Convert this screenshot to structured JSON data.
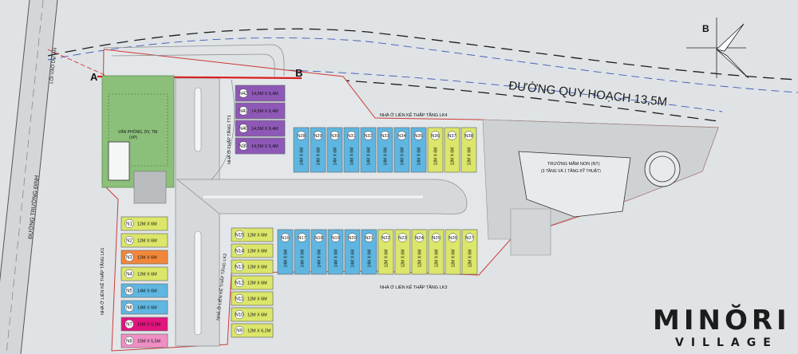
{
  "map": {
    "road_main_label": "ĐƯỜNG QUY HOẠCH 13,5M",
    "road_left_label": "ĐƯỜNG TRƯỜNG ĐỊNH",
    "entrance_label": "LỐI VÀO DỰ ÁN",
    "section_a": "A",
    "section_b": "B",
    "north_label": "B",
    "office_label": "VĂN PHÒNG, DV, TM",
    "office_sub": "(VP)",
    "kindergarten_label": "TRƯỜNG MẦM NON (NT)",
    "kindergarten_sub": "(3 TẦNG VÀ 1 TẦNG KỸ THUẬT)",
    "label_lk4": "NHÀ Ở LIÊN KẾ THẤP TẦNG LK4",
    "label_lk3": "NHÀ Ở LIÊN KẾ THẤP TẦNG LK3",
    "label_lk1": "NHÀ Ở LIÊN KẾ THẤP TẦNG LK1",
    "label_lk2": "NHÀ Ở LIÊN KẾ THẤP TẦNG LK2",
    "label_tt1": "NHÀ Ở THẤP TẦNG TT1"
  },
  "colors": {
    "background": "#dfe3e5",
    "road": "#d9dcde",
    "yellow": "#dbe66a",
    "blue": "#5fb6e0",
    "purple": "#8e58b6",
    "orange": "#f2873a",
    "magenta": "#e2147e",
    "pink": "#ef8fc4",
    "green": "#5fae6a",
    "boundary": "#cf3a3a"
  },
  "plots_lk1": [
    {
      "id": "N1",
      "dims": "12M X 6M",
      "color": "yellow"
    },
    {
      "id": "N2",
      "dims": "12M X 6M",
      "color": "yellow"
    },
    {
      "id": "N3",
      "dims": "12M X 6M",
      "color": "orange"
    },
    {
      "id": "N4",
      "dims": "12M X 6M",
      "color": "yellow"
    },
    {
      "id": "N5",
      "dims": "14M X 6M",
      "color": "blue"
    },
    {
      "id": "N6",
      "dims": "14M X 6M",
      "color": "blue"
    },
    {
      "id": "N7",
      "dims": "15M X 5,5M",
      "color": "magenta"
    },
    {
      "id": "N8",
      "dims": "15M X 5,5M",
      "color": "pink"
    }
  ],
  "plots_lk2": [
    {
      "id": "N15",
      "dims": "12M X 6M"
    },
    {
      "id": "N14",
      "dims": "12M X 6M"
    },
    {
      "id": "N13",
      "dims": "12M X 6M"
    },
    {
      "id": "N12",
      "dims": "12M X 6M"
    },
    {
      "id": "N11",
      "dims": "12M X 6M"
    },
    {
      "id": "N10",
      "dims": "12M X 6M"
    },
    {
      "id": "N9",
      "dims": "12M X 6,2M"
    }
  ],
  "plots_tt1": [
    {
      "id": "N42",
      "dims": "14,5M X 6,4M"
    },
    {
      "id": "N41",
      "dims": "14,5M X 6,4M"
    },
    {
      "id": "N40",
      "dims": "14,5M X 6,4M"
    },
    {
      "id": "N39",
      "dims": "14,5M X 6,4M"
    }
  ],
  "plots_lk4": [
    {
      "id": "N28",
      "dims": "14M X 6M",
      "color": "blue"
    },
    {
      "id": "N29",
      "dims": "14M X 6M",
      "color": "blue"
    },
    {
      "id": "N30",
      "dims": "14M X 6M",
      "color": "blue"
    },
    {
      "id": "N31",
      "dims": "14M X 6M",
      "color": "blue"
    },
    {
      "id": "N32",
      "dims": "14M X 6M",
      "color": "blue"
    },
    {
      "id": "N33",
      "dims": "14M X 6M",
      "color": "blue"
    },
    {
      "id": "N34",
      "dims": "14M X 6M",
      "color": "blue"
    },
    {
      "id": "N35",
      "dims": "14M X 6M",
      "color": "blue"
    },
    {
      "id": "N36",
      "dims": "12M X 6M",
      "color": "yellow"
    },
    {
      "id": "N37",
      "dims": "12M X 6M",
      "color": "yellow"
    },
    {
      "id": "N38",
      "dims": "12M X 6M",
      "color": "yellow"
    }
  ],
  "plots_lk3": [
    {
      "id": "N16",
      "dims": "14M X 6M",
      "color": "blue"
    },
    {
      "id": "N17",
      "dims": "14M X 6M",
      "color": "blue"
    },
    {
      "id": "N18",
      "dims": "14M X 6M",
      "color": "blue"
    },
    {
      "id": "N19",
      "dims": "14M X 6M",
      "color": "blue"
    },
    {
      "id": "N20",
      "dims": "14M X 6M",
      "color": "blue"
    },
    {
      "id": "N21",
      "dims": "14M X 6M",
      "color": "blue"
    },
    {
      "id": "N22",
      "dims": "12M X 6M",
      "color": "yellow"
    },
    {
      "id": "N23",
      "dims": "12M X 6M",
      "color": "yellow"
    },
    {
      "id": "N24",
      "dims": "12M X 6M",
      "color": "yellow"
    },
    {
      "id": "N25",
      "dims": "12M X 6M",
      "color": "yellow"
    },
    {
      "id": "N26",
      "dims": "12M X 6M",
      "color": "yellow"
    },
    {
      "id": "N27",
      "dims": "12M X 6M",
      "color": "yellow"
    }
  ],
  "logo": {
    "name": "MINŎRI",
    "sub": "VILLAGE"
  }
}
